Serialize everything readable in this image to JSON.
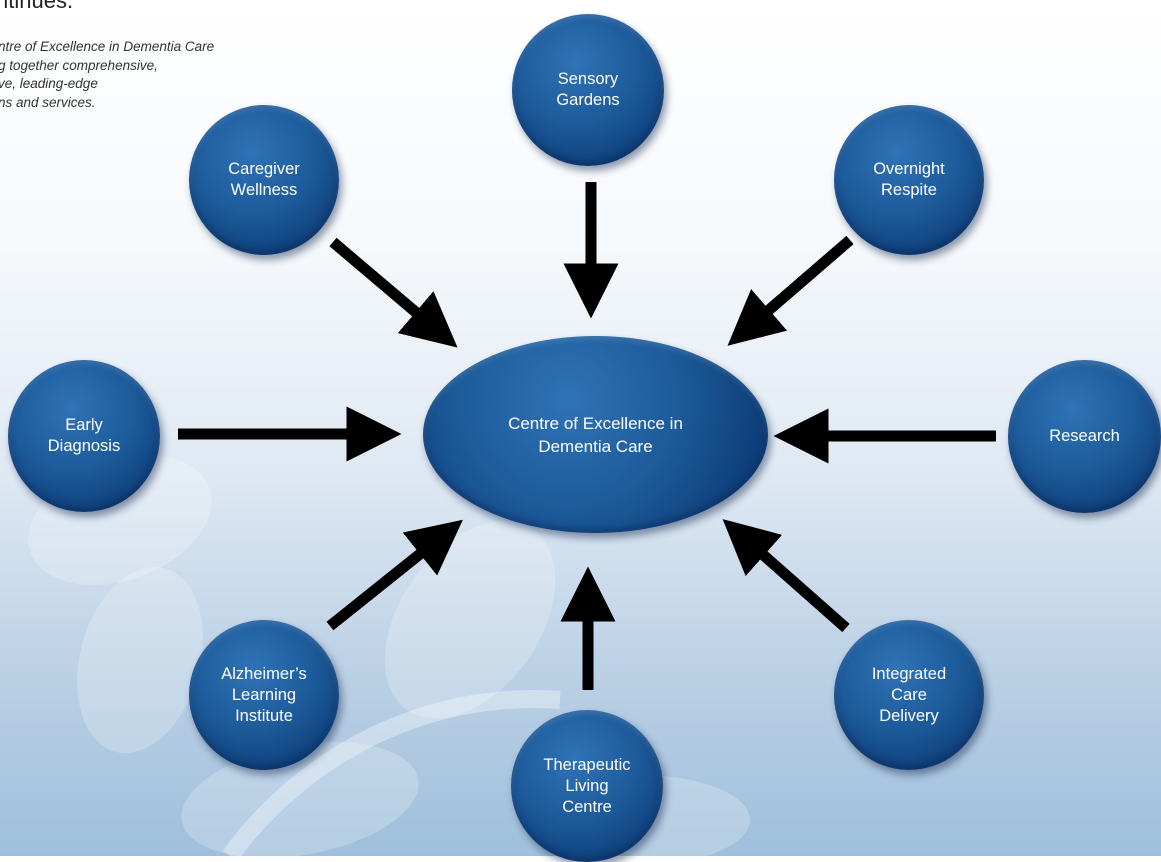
{
  "intro": {
    "title": "ntinues.",
    "text": "ntre of Excellence in Dementia Care\ng together comprehensive,\nve, leading-edge\nns and services."
  },
  "diagram": {
    "center": "Centre of Excellence in\nDementia Care",
    "nodes": {
      "sensory_gardens": "Sensory\nGardens",
      "caregiver_wellness": "Caregiver\nWellness",
      "overnight_respite": "Overnight\nRespite",
      "early_diagnosis": "Early\nDiagnosis",
      "research": "Research",
      "alzheimers_learning": "Alzheimer’s\nLearning\nInstitute",
      "therapeutic_living": "Therapeutic\nLiving\nCentre",
      "integrated_care": "Integrated\nCare\nDelivery"
    }
  },
  "colors": {
    "node_blue": "#1d5b9b",
    "arrow": "#000000",
    "text": "#ffffff"
  }
}
